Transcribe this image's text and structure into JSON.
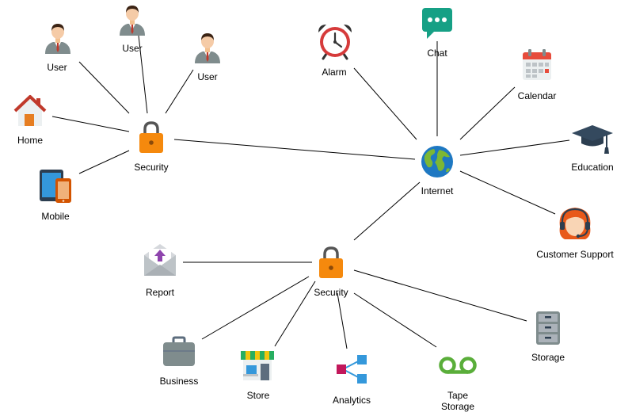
{
  "diagram": {
    "nodes": {
      "user1": {
        "label": "User",
        "icon": "user-icon"
      },
      "user2": {
        "label": "User",
        "icon": "user-icon"
      },
      "user3": {
        "label": "User",
        "icon": "user-icon"
      },
      "home": {
        "label": "Home",
        "icon": "house-icon"
      },
      "mobile": {
        "label": "Mobile",
        "icon": "tablet-phone-icon"
      },
      "security_top": {
        "label": "Security",
        "icon": "padlock-icon"
      },
      "internet": {
        "label": "Internet",
        "icon": "globe-icon"
      },
      "alarm": {
        "label": "Alarm",
        "icon": "alarm-clock-icon"
      },
      "chat": {
        "label": "Chat",
        "icon": "chat-bubble-icon"
      },
      "calendar": {
        "label": "Calendar",
        "icon": "calendar-icon"
      },
      "education": {
        "label": "Education",
        "icon": "graduation-cap-icon"
      },
      "support": {
        "label": "Customer Support",
        "icon": "support-agent-icon"
      },
      "security_bottom": {
        "label": "Security",
        "icon": "padlock-icon"
      },
      "report": {
        "label": "Report",
        "icon": "envelope-upload-icon"
      },
      "business": {
        "label": "Business",
        "icon": "briefcase-icon"
      },
      "store": {
        "label": "Store",
        "icon": "storefront-icon"
      },
      "analytics": {
        "label": "Analytics",
        "icon": "network-share-icon"
      },
      "tape": {
        "label": "Tape Storage",
        "icon": "tape-reel-icon"
      },
      "storage": {
        "label": "Storage",
        "icon": "file-cabinet-icon"
      }
    },
    "edges": [
      [
        "security_top",
        "user1"
      ],
      [
        "security_top",
        "user2"
      ],
      [
        "security_top",
        "user3"
      ],
      [
        "security_top",
        "home"
      ],
      [
        "security_top",
        "mobile"
      ],
      [
        "security_top",
        "internet"
      ],
      [
        "internet",
        "alarm"
      ],
      [
        "internet",
        "chat"
      ],
      [
        "internet",
        "calendar"
      ],
      [
        "internet",
        "education"
      ],
      [
        "internet",
        "support"
      ],
      [
        "internet",
        "security_bottom"
      ],
      [
        "security_bottom",
        "report"
      ],
      [
        "security_bottom",
        "business"
      ],
      [
        "security_bottom",
        "store"
      ],
      [
        "security_bottom",
        "analytics"
      ],
      [
        "security_bottom",
        "tape"
      ],
      [
        "security_bottom",
        "storage"
      ]
    ],
    "colors": {
      "edge": "#000000",
      "lock": "#F5890D",
      "globe_water": "#1E78C2",
      "globe_land": "#7DB734",
      "chat": "#16A085",
      "alarm": "#D63B3B",
      "tape": "#5AAE3A",
      "grey": "#7F8C8D"
    }
  }
}
